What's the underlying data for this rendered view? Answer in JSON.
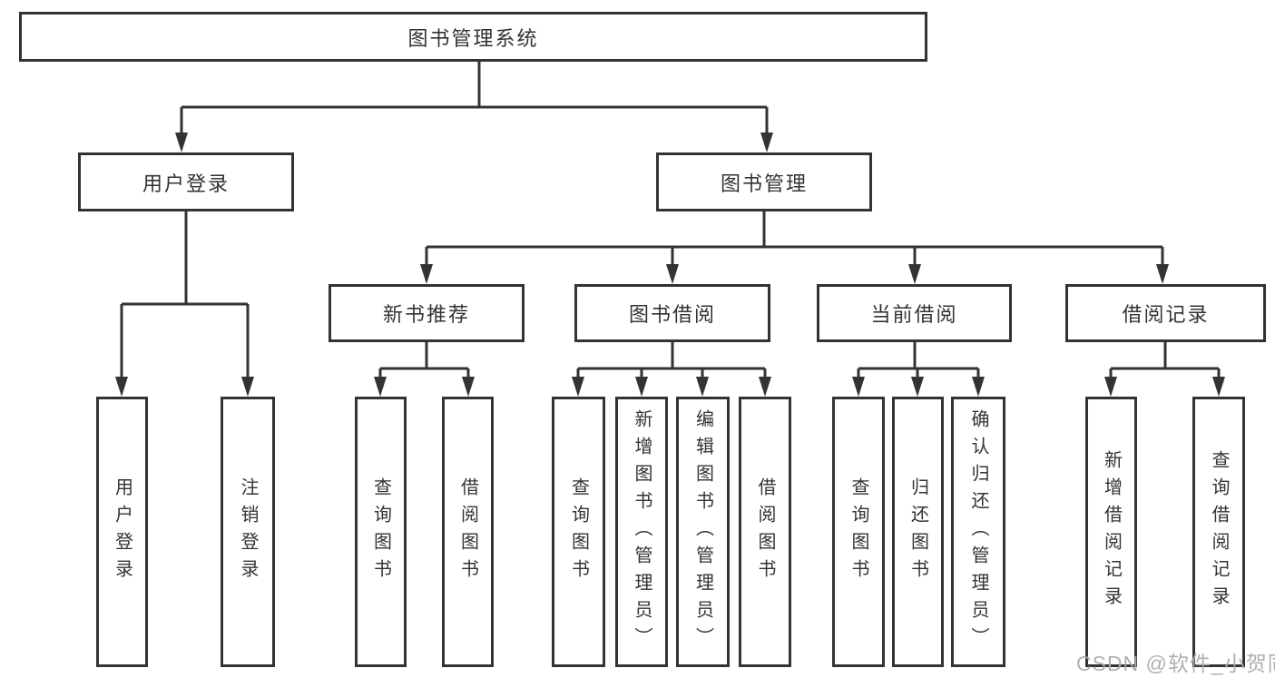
{
  "tree": {
    "root": "图书管理系统",
    "login": {
      "label": "用户登录",
      "children": [
        "用户登录",
        "注销登录"
      ]
    },
    "management": {
      "label": "图书管理",
      "sections": [
        {
          "label": "新书推荐",
          "children": [
            "查询图书",
            "借阅图书"
          ]
        },
        {
          "label": "图书借阅",
          "children": [
            "查询图书",
            "新增图书（管理员）",
            "编辑图书（管理员）",
            "借阅图书"
          ]
        },
        {
          "label": "当前借阅",
          "children": [
            "查询图书",
            "归还图书",
            "确认归还（管理员）"
          ]
        },
        {
          "label": "借阅记录",
          "children": [
            "新增借阅记录",
            "查询借阅记录"
          ]
        }
      ]
    }
  },
  "watermark": "CSDN @软件_小贺同学",
  "colors": {
    "line": "#333333",
    "text": "#333333",
    "box_background": "#ffffff",
    "watermark": "#acacac",
    "background": "#ffffff"
  }
}
